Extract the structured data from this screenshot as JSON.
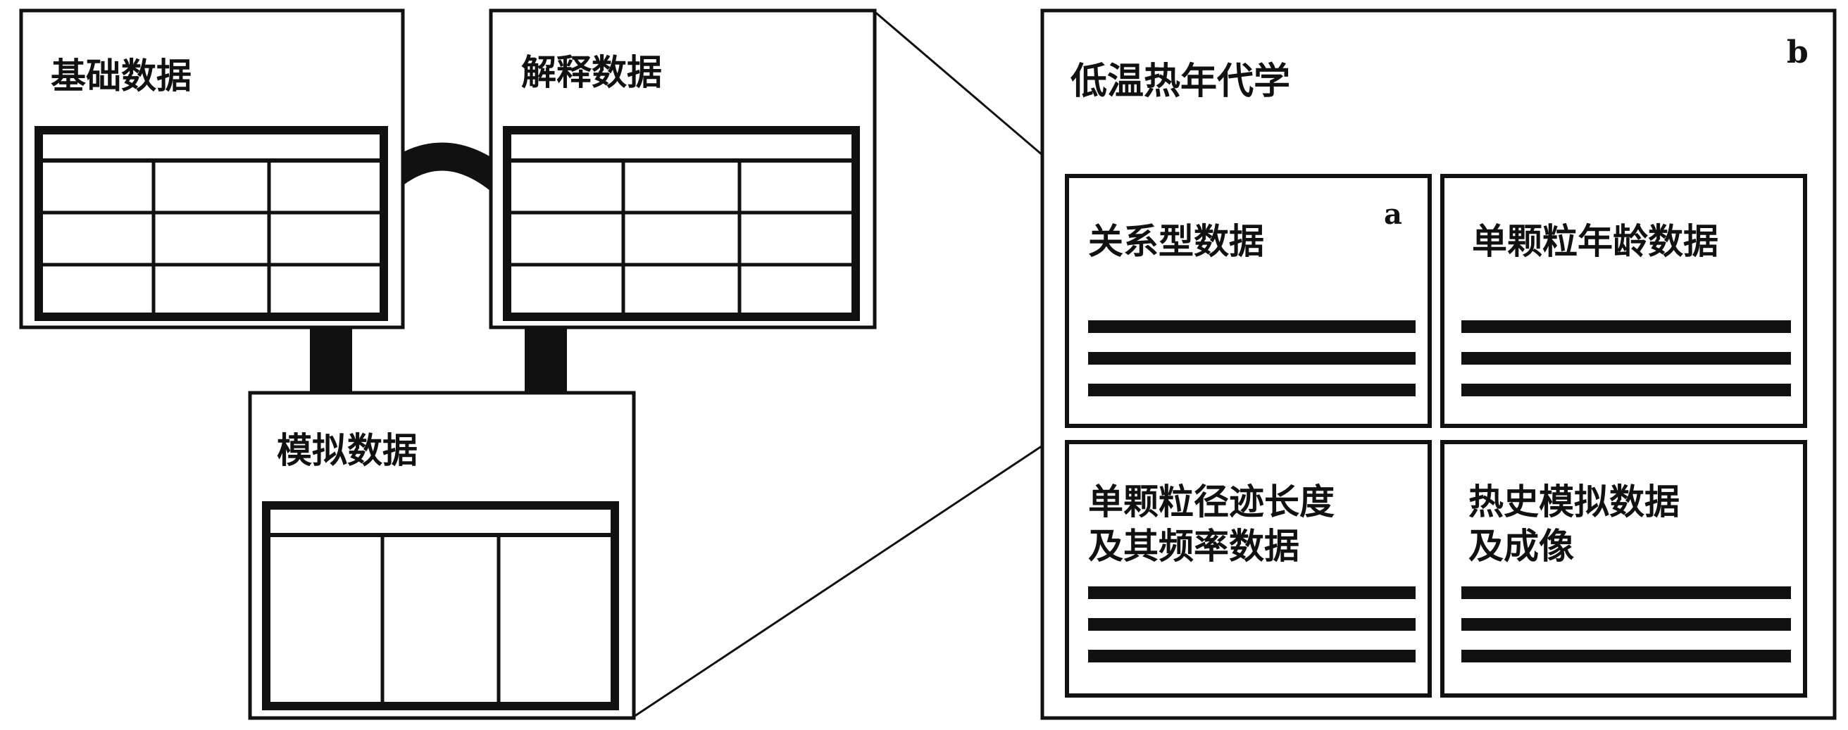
{
  "colors": {
    "stroke": "#111111",
    "background": "#ffffff"
  },
  "left_panel": {
    "basic_data": {
      "title": "基础数据"
    },
    "interpreted_data": {
      "title": "解释数据"
    },
    "simulated_data": {
      "title": "模拟数据"
    }
  },
  "right_panel": {
    "tag": "b",
    "title": "低温热年代学",
    "cards": {
      "relational": {
        "title": "关系型数据",
        "tag": "a"
      },
      "single_grain_age": {
        "title": "单颗粒年龄数据"
      },
      "track_length": {
        "title": "单颗粒径迹长度\n及其频率数据"
      },
      "thermal_history": {
        "title": "热史模拟数据\n及成像"
      }
    }
  }
}
